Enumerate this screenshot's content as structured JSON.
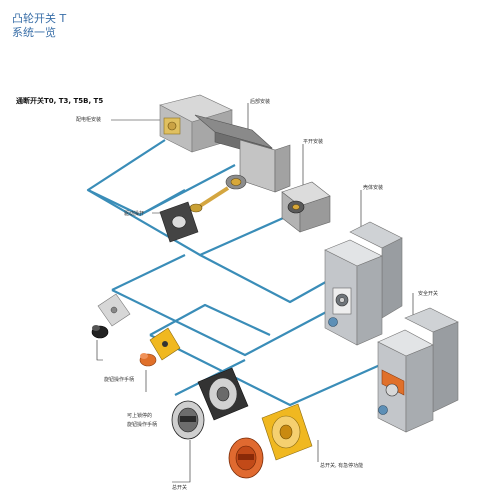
{
  "header": {
    "title_line1": "凸轮开关 T",
    "title_line2": "系统一览"
  },
  "subtitle": "通断开关T0, T3, T5B, T5",
  "labels": {
    "distribution_mount": "配电柜安装",
    "rear_mount_top": "后部安装",
    "panel_mount": "平开安装",
    "enclosure_mount": "壳体安装",
    "drive_shaft": "驱动操杆",
    "safety_switch": "安全开关",
    "knob_handle": "旋钮操作手柄",
    "lockable_knob_line1": "可上锁停的",
    "lockable_knob_line2": "旋钮操作手柄",
    "main_switch": "总开关",
    "main_switch_emergency": "总开关, 有急停功能"
  },
  "colors": {
    "connector": "#3a8db8",
    "title": "#3a6fa8",
    "enclosure_grey": "#b9bcc0",
    "emergency_orange": "#e0702a",
    "accent_yellow": "#f0b820"
  }
}
